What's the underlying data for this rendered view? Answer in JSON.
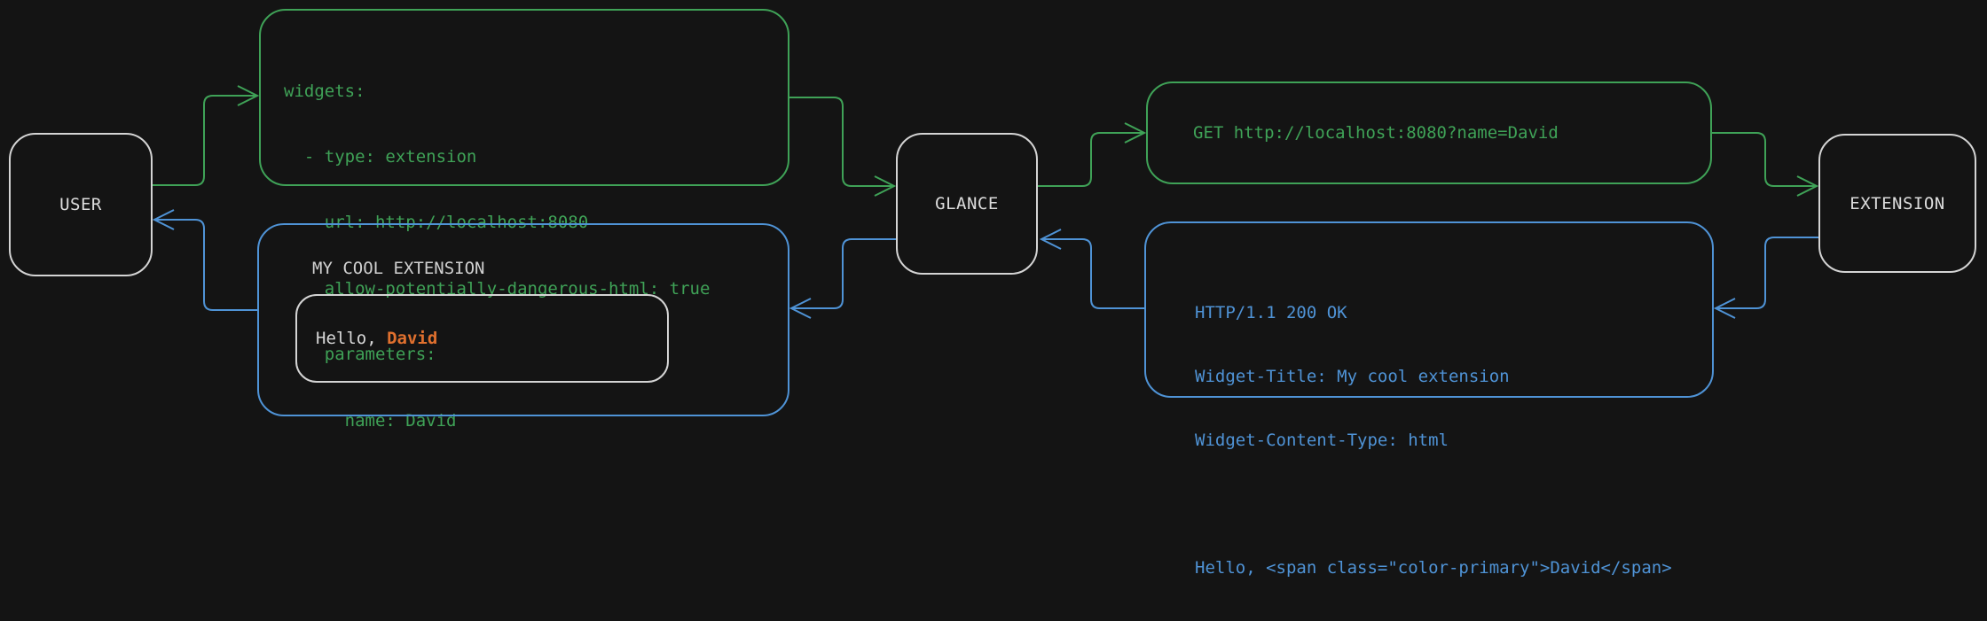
{
  "diagram": {
    "colors": {
      "request_flow": "#3FA257",
      "response_flow": "#4F93D6",
      "neutral": "#D4D4D4",
      "accent_name": "#E0702E",
      "bg": "#141414"
    },
    "nodes": {
      "user": {
        "label": "USER"
      },
      "glance": {
        "label": "GLANCE"
      },
      "extension": {
        "label": "EXTENSION"
      }
    },
    "config_box": {
      "lines": [
        "widgets:",
        "  - type: extension",
        "    url: http://localhost:8080",
        "    allow-potentially-dangerous-html: true",
        "    parameters:",
        "      name: David"
      ]
    },
    "request_box": {
      "text": "GET http://localhost:8080?name=David"
    },
    "response_box": {
      "lines": [
        "HTTP/1.1 200 OK",
        "Widget-Title: My cool extension",
        "Widget-Content-Type: html",
        "",
        "Hello, <span class=\"color-primary\">David</span>"
      ]
    },
    "widget_preview": {
      "title": "MY COOL EXTENSION",
      "greeting_prefix": "Hello, ",
      "greeting_name": "David"
    }
  }
}
